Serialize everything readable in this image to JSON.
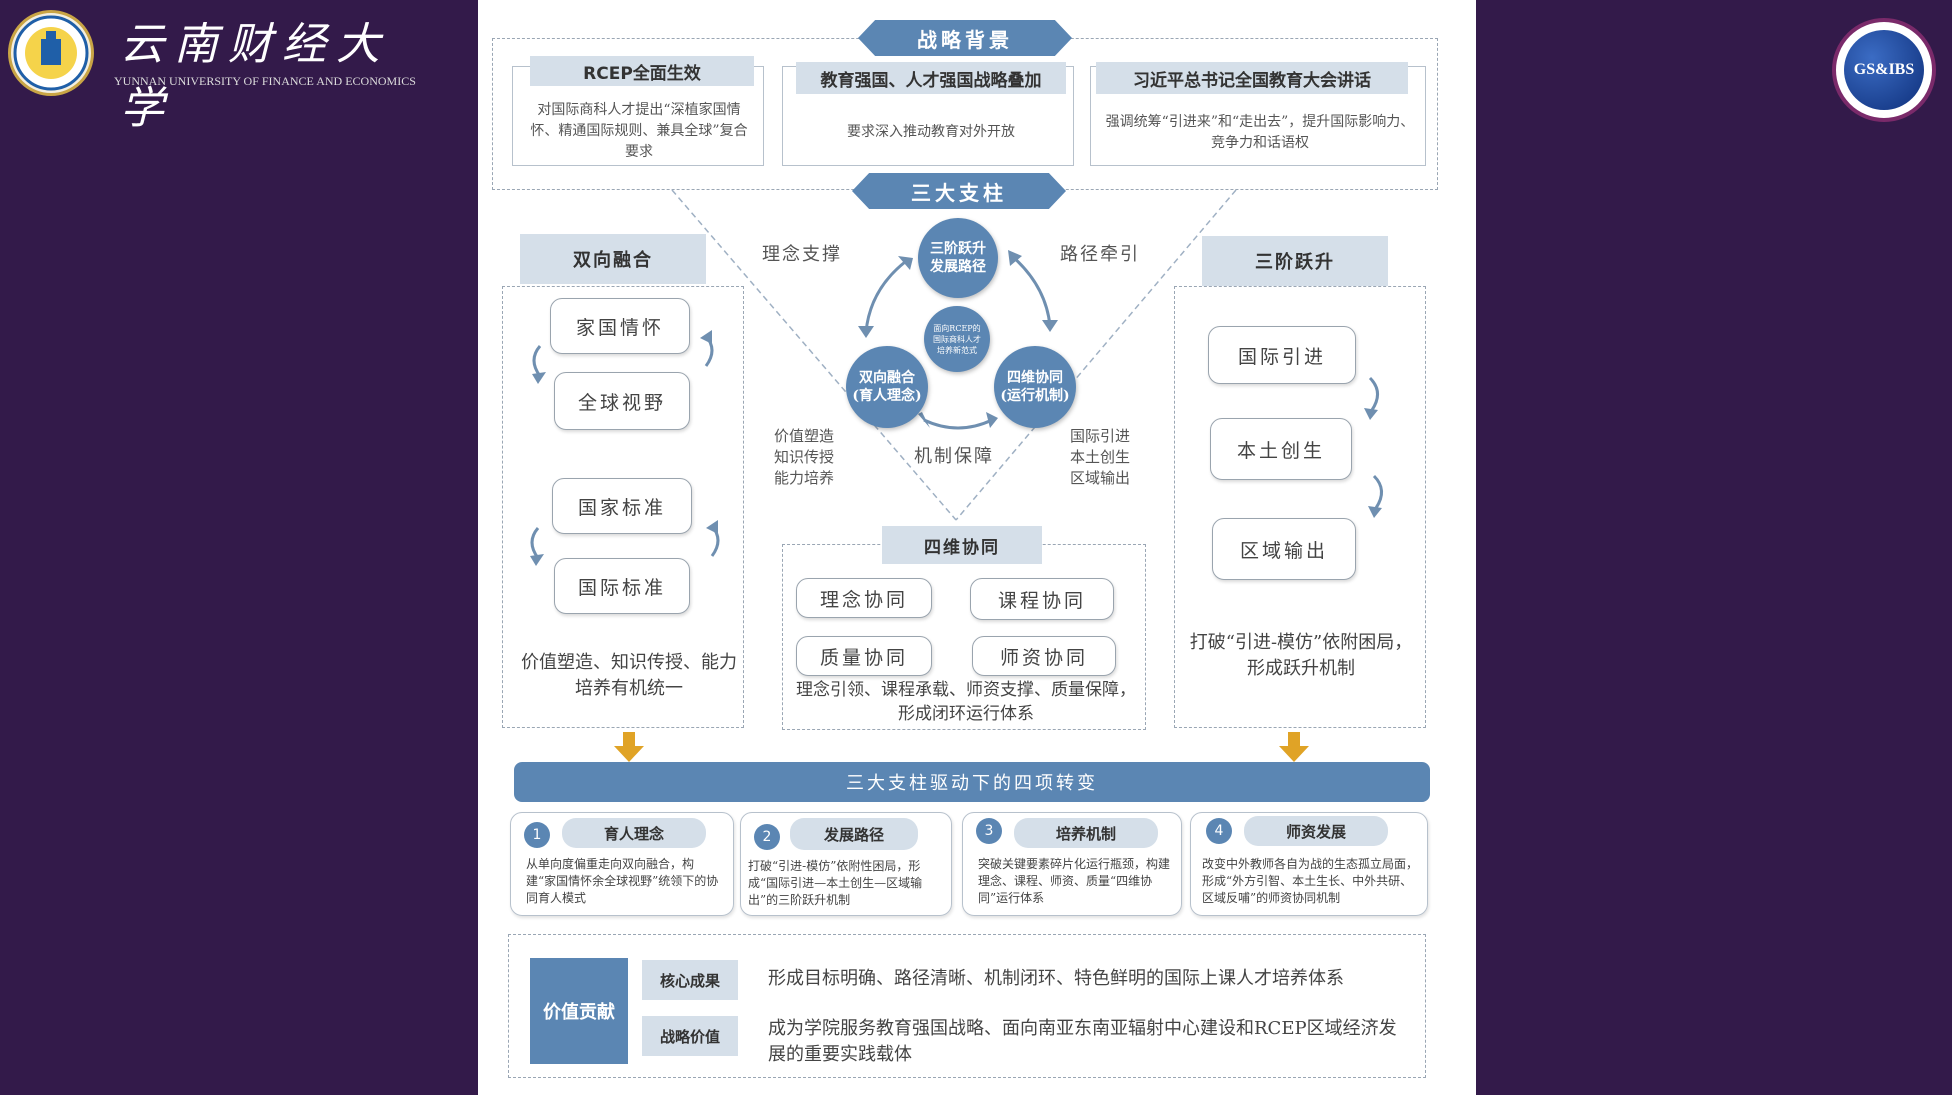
{
  "header": {
    "university_cn": "云南财经大学",
    "university_en": "YUNNAN UNIVERSITY OF FINANCE AND ECONOMICS",
    "right_logo_text": "GS&IBS"
  },
  "background": {
    "title": "战略背景",
    "items": [
      {
        "title": "RCEP全面生效",
        "desc": "对国际商科人才提出“深植家国情怀、精通国际规则、兼具全球”复合要求"
      },
      {
        "title": "教育强国、人才强国战略叠加",
        "desc": "要求深入推动教育对外开放"
      },
      {
        "title": "习近平总书记全国教育大会讲话",
        "desc": "强调统筹“引进来”和“走出去”，提升国际影响力、竞争力和话语权"
      }
    ]
  },
  "pillars": {
    "title": "三大支柱",
    "top_circle": "三阶跃升\n发展路径",
    "left_circle": "双向融合\n(育人理念)",
    "right_circle": "四维协同\n(运行机制)",
    "center_circle": "面向RCEP的国际商科人才培养新范式",
    "label_left": "理念支撑",
    "label_right": "路径牵引",
    "label_bottom": "机制保障",
    "left_note": "价值塑造\n知识传授\n能力培养",
    "right_note": "国际引进\n本土创生\n区域输出"
  },
  "left_col": {
    "title": "双向融合",
    "items": [
      "家国情怀",
      "全球视野",
      "国家标准",
      "国际标准"
    ],
    "summary": "价值塑造、知识传授、能力培养有机统一"
  },
  "right_col": {
    "title": "三阶跃升",
    "items": [
      "国际引进",
      "本土创生",
      "区域输出"
    ],
    "summary": "打破“引进-模仿”依附困局，形成跃升机制"
  },
  "mid_col": {
    "title": "四维协同",
    "items": [
      "理念协同",
      "课程协同",
      "质量协同",
      "师资协同"
    ],
    "summary": "理念引领、课程承载、师资支撑、质量保障，形成闭环运行体系"
  },
  "transform": {
    "title": "三大支柱驱动下的四项转变",
    "items": [
      {
        "num": "1",
        "title": "育人理念",
        "desc": "从单向度偏重走向双向融合，构建“家国情怀余全球视野”统领下的协同育人模式"
      },
      {
        "num": "2",
        "title": "发展路径",
        "desc": "打破“引进-模仿”依附性困局，形成“国际引进—本土创生—区域输出”的三阶跃升机制"
      },
      {
        "num": "3",
        "title": "培养机制",
        "desc": "突破关键要素碎片化运行瓶颈，构建理念、课程、师资、质量“四维协同”运行体系"
      },
      {
        "num": "4",
        "title": "师资发展",
        "desc": "改变中外教师各自为战的生态孤立局面，形成“外方引智、本土生长、中外共研、区域反哺”的师资协同机制"
      }
    ]
  },
  "value": {
    "label": "价值贡献",
    "rows": [
      {
        "tag": "核心成果",
        "text": "形成目标明确、路径清晰、机制闭环、特色鲜明的国际上课人才培养体系"
      },
      {
        "tag": "战略价值",
        "text": "成为学院服务教育强国战略、面向南亚东南亚辐射中心建设和RCEP区域经济发展的重要实践载体"
      }
    ]
  },
  "colors": {
    "accent": "#5b86b3",
    "light": "#d5dfe9",
    "frame": "#331a4a",
    "arrow_gold": "#e0a326"
  }
}
